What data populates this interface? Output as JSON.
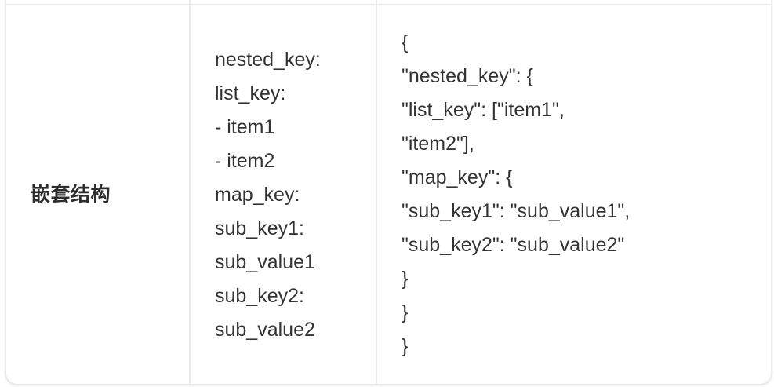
{
  "table": {
    "colors": {
      "border": "#e9e9e9",
      "text": "#333333",
      "background": "#ffffff"
    },
    "row": {
      "label": "嵌套结构",
      "yaml_lines": [
        "nested_key:",
        "list_key:",
        "- item1",
        "- item2",
        "map_key:",
        "sub_key1:",
        "sub_value1",
        "sub_key2:",
        "sub_value2"
      ],
      "json_lines": [
        "{",
        "\"nested_key\": {",
        "\"list_key\": [\"item1\",",
        "\"item2\"],",
        "\"map_key\": {",
        "\"sub_key1\": \"sub_value1\",",
        "\"sub_key2\": \"sub_value2\"",
        "}",
        "}",
        "}"
      ]
    }
  }
}
